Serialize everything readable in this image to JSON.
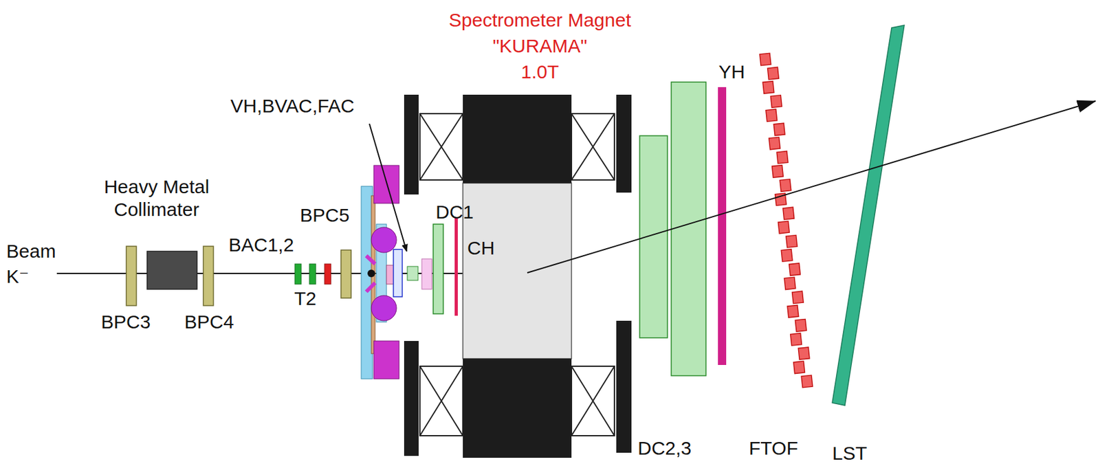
{
  "diagram": {
    "labels": [
      "Spectrometer Magnet",
      "\"KURAMA\"",
      "1.0T",
      "YH",
      "VH,BVAC,FAC",
      "Heavy Metal Collimater",
      "BPC5",
      "DC1",
      "BAC1,2",
      "CH",
      "Beam",
      "K⁻",
      "BPC3",
      "BPC4",
      "T2",
      "DC2,3",
      "FTOF",
      "LST"
    ]
  }
}
